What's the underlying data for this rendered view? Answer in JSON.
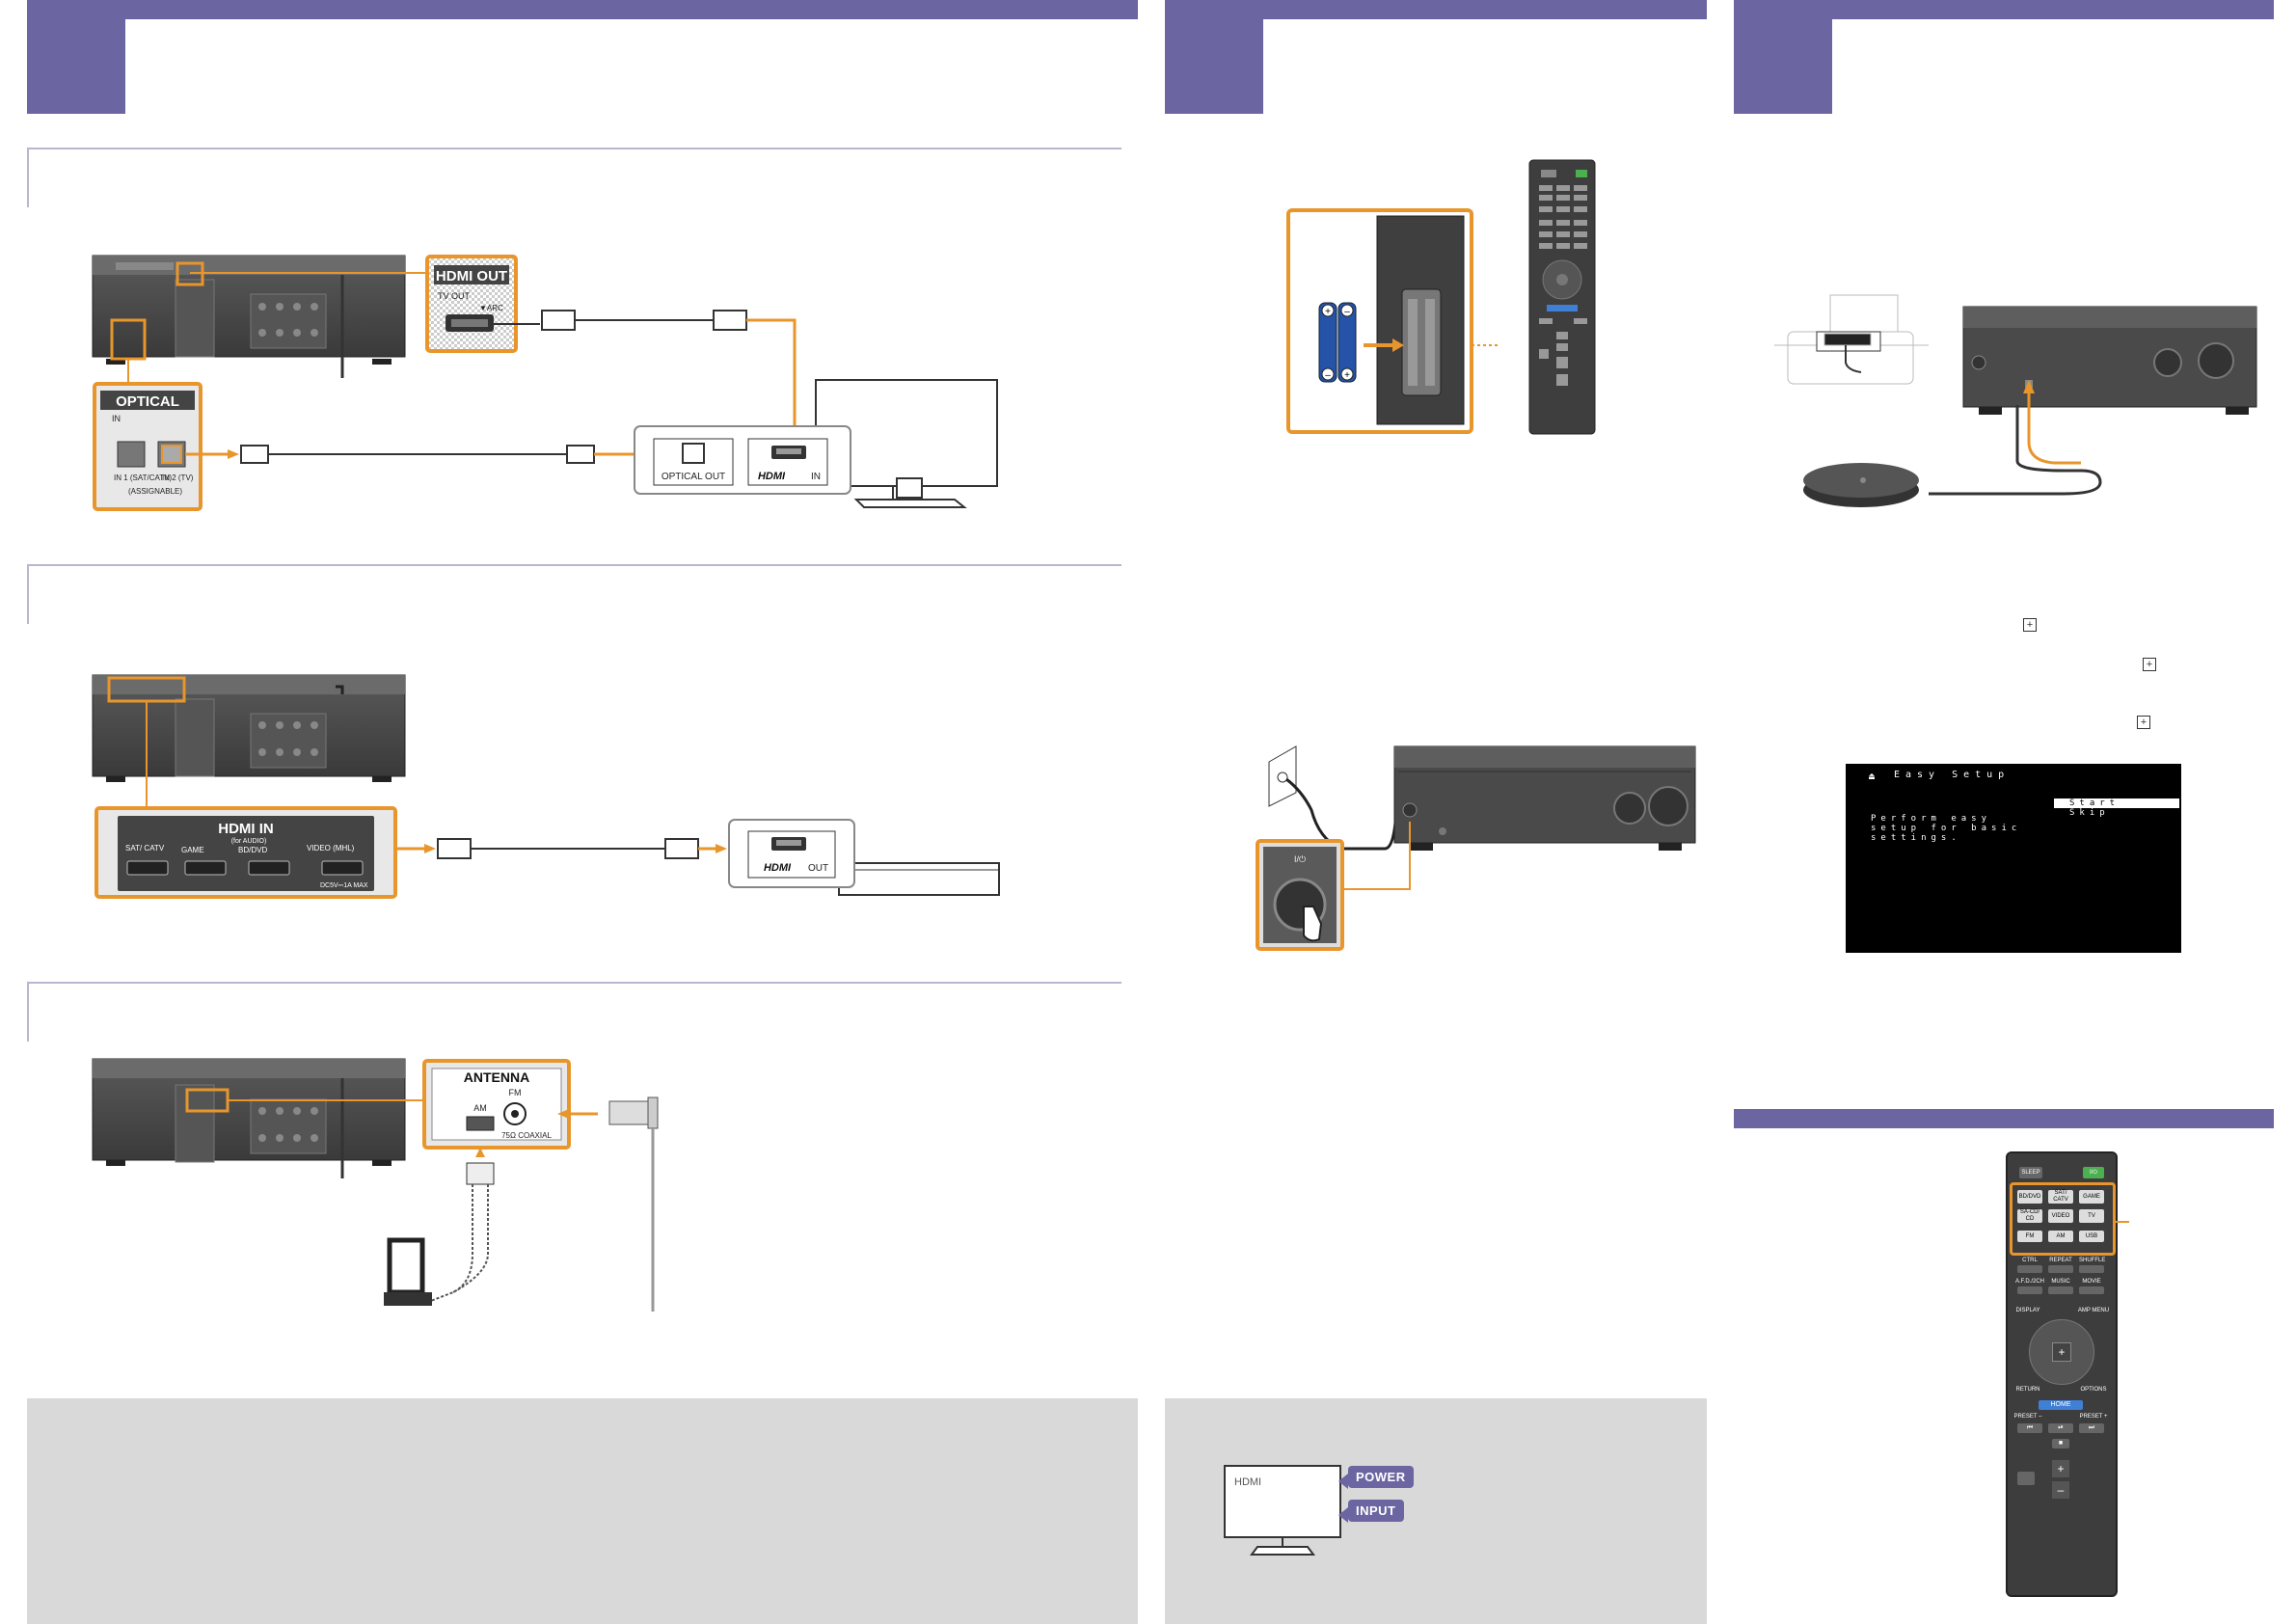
{
  "colors": {
    "header": "#6b65a1",
    "accent": "#e8962c",
    "panel": "#d9d9d9"
  },
  "panel1": {
    "hdmi_out": {
      "title": "HDMI OUT",
      "tv_out": "TV OUT",
      "arc": "▼ARC"
    },
    "optical": {
      "title": "OPTICAL",
      "in": "IN",
      "in1": "IN 1 (SAT/CATV)",
      "in2": "IN 2 (TV)",
      "assignable": "(ASSIGNABLE)"
    },
    "tv": {
      "optical_out": "OPTICAL OUT",
      "hdmi_logo": "HDMI",
      "hdmi_in": "IN"
    },
    "hdmi_in": {
      "title": "HDMI IN",
      "for_audio": "(for AUDIO)",
      "ports": [
        {
          "label": "SAT/ CATV"
        },
        {
          "label": "GAME"
        },
        {
          "label": "BD/DVD"
        },
        {
          "label": "VIDEO (MHL)"
        }
      ],
      "dc": "DC5V⎓1A MAX"
    },
    "player": {
      "hdmi_logo": "HDMI",
      "hdmi_out": "OUT"
    },
    "antenna": {
      "title": "ANTENNA",
      "fm": "FM",
      "am": "AM",
      "coax": "75Ω COAXIAL"
    }
  },
  "panel3": {
    "onscreen": {
      "title": "Easy Setup",
      "message": [
        "Perform easy",
        "setup for basic",
        "settings."
      ],
      "options": [
        "Start",
        "Skip"
      ]
    },
    "front_power_label": "I/⏻"
  },
  "tv_buttons": {
    "screen_label": "HDMI",
    "power": "POWER",
    "input": "INPUT"
  },
  "remote_large": {
    "top": [
      "SLEEP",
      "I/⏻"
    ],
    "inputs": [
      [
        "BD/DVD",
        "SAT/ CATV",
        "GAME"
      ],
      [
        "SA-CD/ CD",
        "VIDEO",
        "TV"
      ],
      [
        "FM",
        "AM",
        "USB"
      ]
    ],
    "row4": [
      "CTRL",
      "REPEAT",
      "SHUFFLE"
    ],
    "row5": [
      "A.F.D./2CH",
      "MUSIC",
      "MOVIE"
    ],
    "row6": [
      "DISPLAY",
      "AMP MENU"
    ],
    "row7": [
      "RETURN",
      "OPTIONS"
    ],
    "home": "HOME",
    "preset": [
      "PRESET –",
      "PRESET +"
    ]
  }
}
